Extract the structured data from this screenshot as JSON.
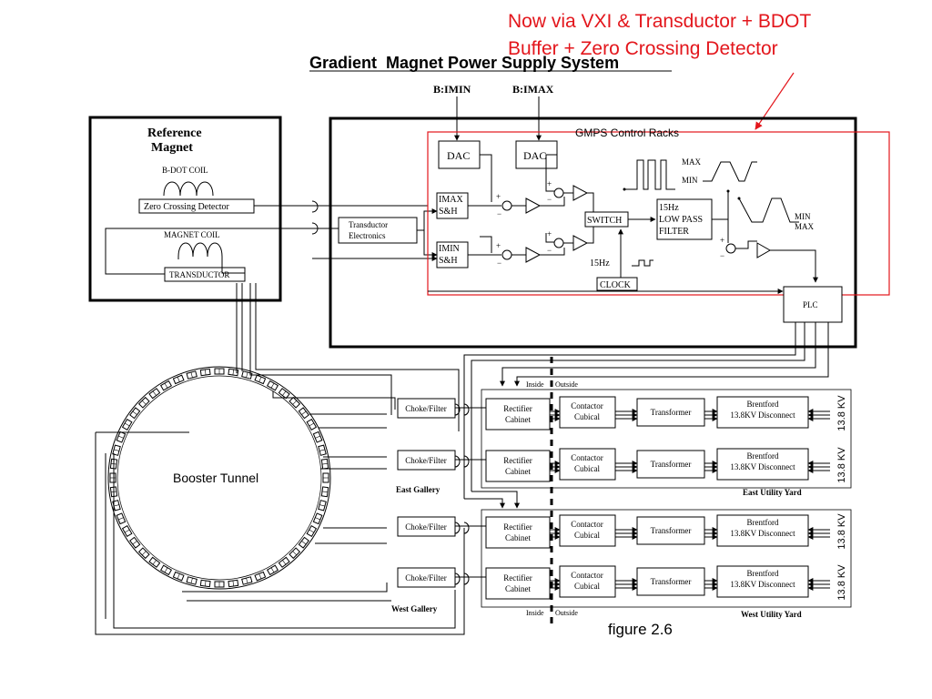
{
  "annotation": {
    "line1": "Now via VXI & Transductor + BDOT",
    "line2": "Buffer + Zero Crossing Detector",
    "color": "#e3161c"
  },
  "title": "Gradient  Magnet Power Supply System",
  "inputs": {
    "imin": "B:IMIN",
    "imax": "B:IMAX"
  },
  "reference_magnet": {
    "title_line1": "Reference",
    "title_line2": "Magnet",
    "bdot_coil": "B-DOT COIL",
    "zero_crossing": "Zero Crossing Detector",
    "magnet_coil": "MAGNET COIL",
    "transductor": "TRANSDUCTOR"
  },
  "transducer_electronics": {
    "line1": "Transductor",
    "line2": "Electronics"
  },
  "control_racks": {
    "title": "GMPS Control Racks",
    "dac": "DAC",
    "imax_sh_line1": "IMAX",
    "imax_sh_line2": "S&H",
    "imin_sh_line1": "IMIN",
    "imin_sh_line2": "S&H",
    "switch": "SWITCH",
    "clock": "CLOCK",
    "freq": "15Hz",
    "filter_line1": "15Hz",
    "filter_line2": "LOW PASS",
    "filter_line3": "FILTER",
    "max": "MAX",
    "min": "MIN",
    "plc": "PLC",
    "plus": "+",
    "minus": "−"
  },
  "boundary": {
    "inside": "Inside",
    "outside": "Outside"
  },
  "booster_tunnel": "Booster Tunnel",
  "chain": {
    "choke": "Choke/Filter",
    "rectifier_line1": "Rectifier",
    "rectifier_line2": "Cabinet",
    "contactor_line1": "Contactor",
    "contactor_line2": "Cubical",
    "transformer": "Transformer",
    "brentford_line1": "Brentford",
    "brentford_line2": "13.8KV Disconnect",
    "kv": "13.8 KV"
  },
  "labels": {
    "east_gallery": "East Gallery",
    "west_gallery": "West Gallery",
    "east_yard": "East Utility Yard",
    "west_yard": "West Utility Yard"
  },
  "figure_caption": "figure 2.6"
}
